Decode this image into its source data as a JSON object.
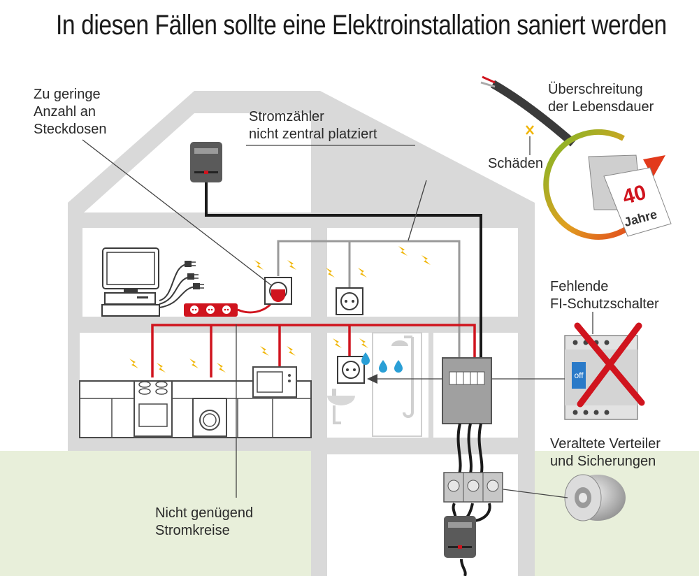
{
  "title": "In diesen Fällen sollte eine Elektroinstallation saniert werden",
  "labels": {
    "steckdosen": [
      "Zu geringe",
      "Anzahl an",
      "Steckdosen"
    ],
    "stromzaehler": [
      "Stromzähler",
      "nicht zentral platziert"
    ],
    "lebensdauer": [
      "Überschreitung",
      "der Lebensdauer"
    ],
    "schaeden": "Schäden",
    "fi": [
      "Fehlende",
      "FI-Schutzschalter"
    ],
    "verteiler": [
      "Veraltete Verteiler",
      "und Sicherungen"
    ],
    "stromkreise": [
      "Nicht genügend",
      "Stromkreise"
    ]
  },
  "calendar": {
    "number": "40",
    "unit": "Jahre"
  },
  "fi_switch_text": "off",
  "colors": {
    "wall": "#d9d9d9",
    "room": "#ffffff",
    "ground": "#e8efda",
    "wire_red": "#d0141e",
    "wire_black": "#1a1a1a",
    "wire_gray": "#9a9a9a",
    "spark": "#f0b400",
    "water": "#2a9fd6",
    "cross": "#d0141e",
    "arrow": "#e23a1c"
  }
}
